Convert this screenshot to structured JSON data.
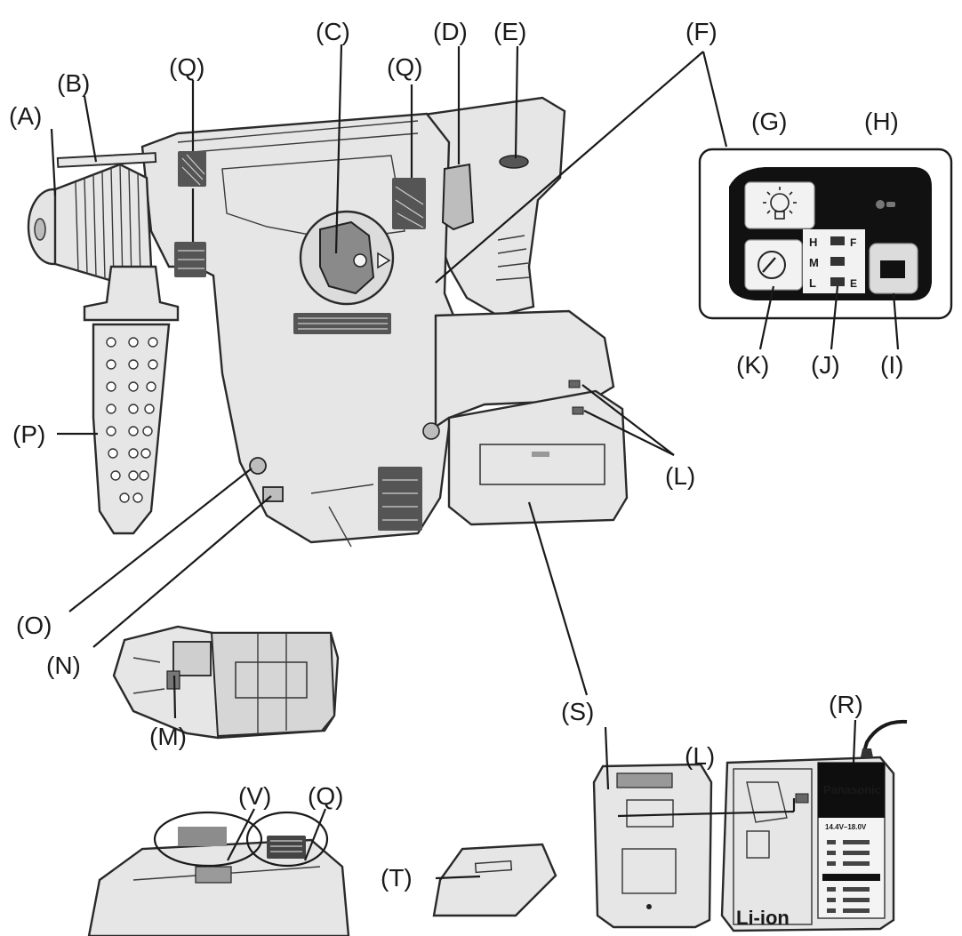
{
  "labels": {
    "A": "(A)",
    "B": "(B)",
    "C": "(C)",
    "D": "(D)",
    "E": "(E)",
    "F": "(F)",
    "G": "(G)",
    "H": "(H)",
    "I": "(I)",
    "J": "(J)",
    "K": "(K)",
    "L": "(L)",
    "M": "(M)",
    "N": "(N)",
    "O": "(O)",
    "P": "(P)",
    "Q": "(Q)",
    "R": "(R)",
    "S": "(S)",
    "T": "(T)",
    "V": "(V)"
  },
  "panel": {
    "mode_h": "H",
    "mode_m": "M",
    "mode_l": "L",
    "side_f": "F",
    "side_e": "E"
  },
  "charger": {
    "brand": "Panasonic",
    "voltage": "14.4V–18.0V",
    "chemistry": "Li-ion"
  }
}
